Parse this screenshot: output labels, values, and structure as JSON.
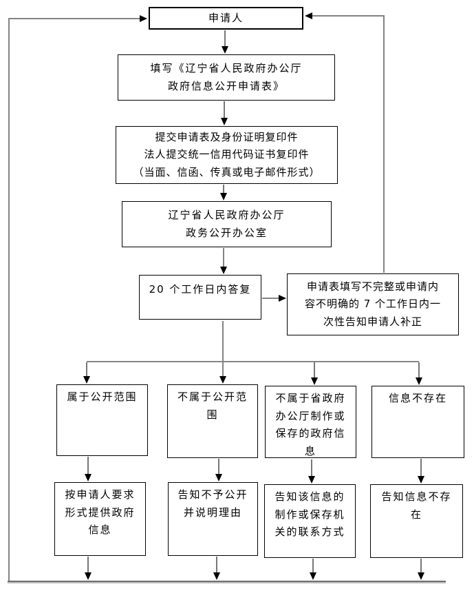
{
  "nodes": {
    "applicant": {
      "label": "申请人"
    },
    "fill_form": {
      "label": "填写《辽宁省人民政府办公厅\n政府信息公开申请表》"
    },
    "submit": {
      "label": "提交申请表及身份证明复印件\n法人提交统一信用代码证书复印件\n（当面、信函、传真或电子邮件形式）"
    },
    "office": {
      "label": "辽宁省人民政府办公厅\n政务公开办公室"
    },
    "reply": {
      "label": "20 个工作日内答复"
    },
    "supplement": {
      "label": "申请表填写不完整或申请内\n容不明确的 7 个工作日内一\n次性告知申请人补正"
    },
    "branch_public": {
      "label": "属于公开范围"
    },
    "branch_not_public": {
      "label": "不属于公开范\n围"
    },
    "branch_not_held": {
      "label": "不属于省政府\n办公厅制作或\n保存的政府信\n息"
    },
    "branch_not_exist": {
      "label": "信息不存在"
    },
    "outcome_provide": {
      "label": "按申请人要求\n形式提供政府\n信息"
    },
    "outcome_refuse": {
      "label": "告知不予公开\n并说明理由"
    },
    "outcome_contact": {
      "label": "告知该信息的\n制作或保存机\n关的联系方式"
    },
    "outcome_not_exist": {
      "label": "告知信息不存\n在"
    }
  },
  "colors": {
    "box_border": "#000000",
    "connector_gray": "#838383",
    "connector_dark": "#3b3b3b",
    "arrowhead": "#000000",
    "background": "#ffffff"
  }
}
